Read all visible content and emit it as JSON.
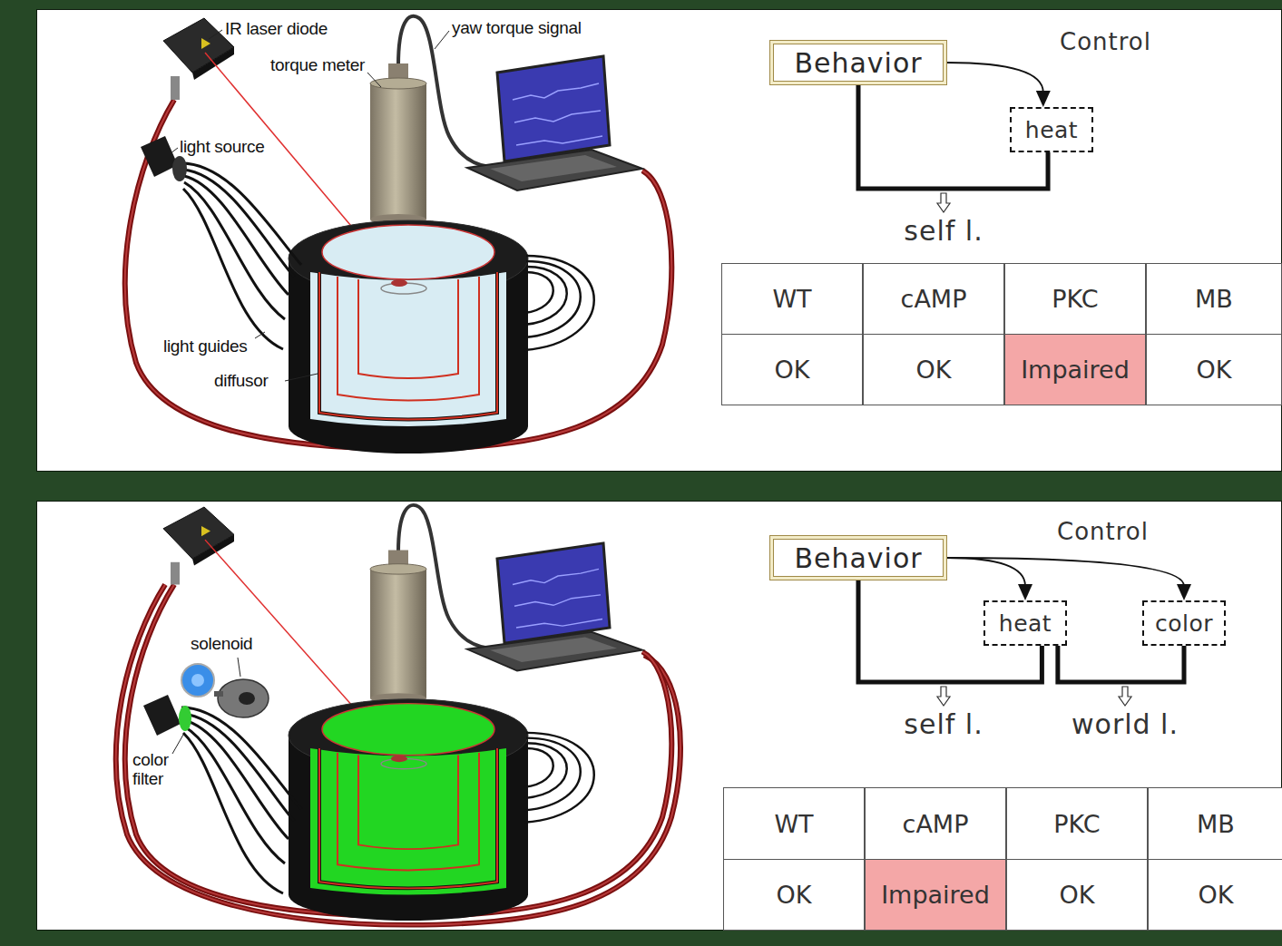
{
  "diagram": {
    "nodes": [
      {
        "text": [
          "Behavior"
        ]
      },
      {
        "text": [
          "heat"
        ]
      },
      {
        "text": [
          "Behavior"
        ]
      },
      {
        "text": [
          "heat"
        ]
      },
      {
        "text": [
          "color"
        ]
      }
    ],
    "edges": [
      {
        "from": 0,
        "to": 1,
        "arrow": "to",
        "label": "Control"
      },
      {
        "from": 0,
        "to": 1,
        "arrow": "none",
        "label": "self l."
      },
      {
        "from": 2,
        "to": 3,
        "arrow": "to"
      },
      {
        "from": 2,
        "to": 4,
        "arrow": "to",
        "label": "Control"
      },
      {
        "from": 2,
        "to": 3,
        "arrow": "none",
        "label": "self l."
      },
      {
        "from": 3,
        "to": 4,
        "arrow": "none",
        "label": "world l."
      }
    ],
    "labels": [
      "IR laser diode",
      "yaw torque signal",
      "torque meter",
      "light source",
      "light guides",
      "diffusor",
      "WT",
      "cAMP",
      "PKC",
      "MB",
      "OK",
      "OK",
      "Impaired",
      "OK",
      "solenoid",
      "color filter",
      "WT",
      "cAMP",
      "PKC",
      "MB",
      "OK",
      "Impaired",
      "OK",
      "OK"
    ]
  }
}
